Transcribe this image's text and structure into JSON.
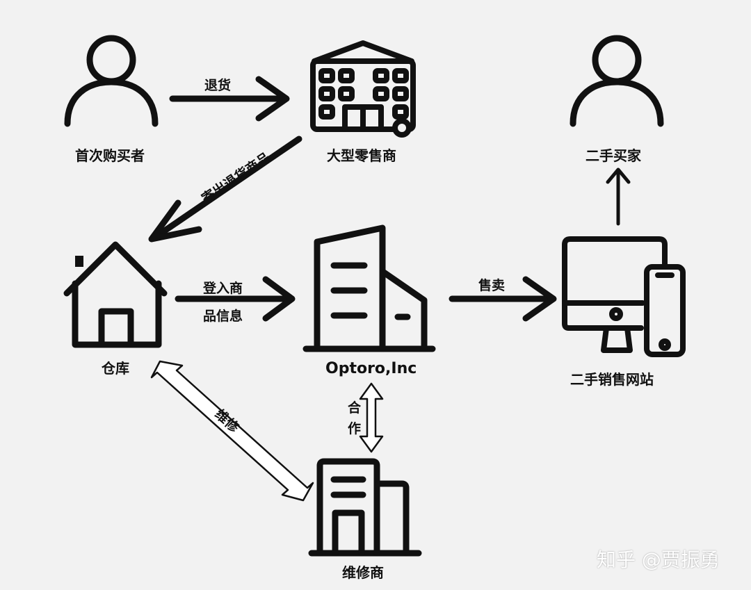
{
  "colors": {
    "background": "#f2f2f2",
    "stroke": "#111111",
    "watermark": "#ffffff"
  },
  "nodes": {
    "first_buyer": {
      "label": "首次购买者",
      "icon": "person-icon"
    },
    "large_retailer": {
      "label": "大型零售商",
      "icon": "store-building-icon"
    },
    "second_hand_buyer": {
      "label": "二手买家",
      "icon": "person-icon"
    },
    "warehouse": {
      "label": "仓库",
      "icon": "house-icon"
    },
    "optoro": {
      "label": "Optoro,Inc",
      "icon": "office-building-icon"
    },
    "second_hand_site": {
      "label": "二手销售网站",
      "icon": "desktop-and-phone-icon"
    },
    "repairer": {
      "label": "维修商",
      "icon": "factory-building-icon"
    }
  },
  "edges": {
    "return_goods": "退货",
    "ship_returned_goods": "寄出退货商品",
    "login_line1": "登入商",
    "login_line2": "品信息",
    "sell": "售卖",
    "repair": "维修",
    "cooperate_line1": "合",
    "cooperate_line2": "作"
  },
  "watermark": "知乎 @贾振勇"
}
